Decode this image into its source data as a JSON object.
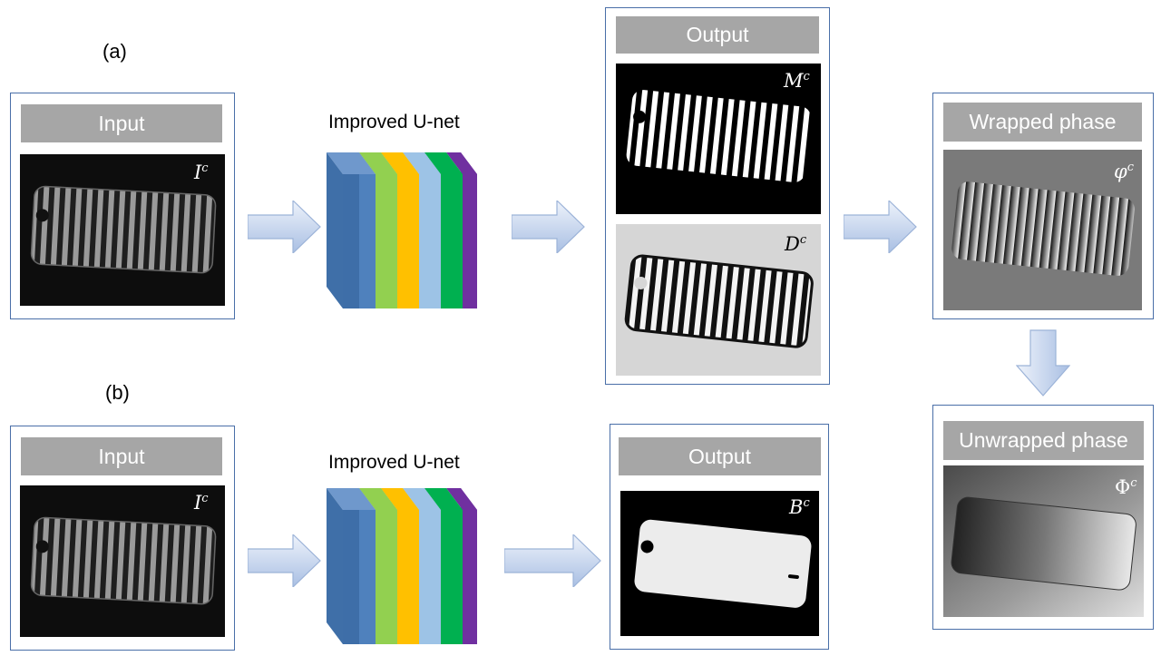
{
  "part_a": {
    "label": "(a)",
    "input": {
      "header": "Input",
      "symbol": "I",
      "sup": "c"
    },
    "network": {
      "label": "Improved U-net"
    },
    "output": {
      "header": "Output",
      "m": {
        "symbol": "M",
        "sup": "c"
      },
      "d": {
        "symbol": "D",
        "sup": "c"
      }
    },
    "wrapped": {
      "header": "Wrapped phase",
      "symbol": "φ",
      "sup": "c"
    },
    "unwrapped": {
      "header": "Unwrapped phase",
      "symbol": "Φ",
      "sup": "c"
    }
  },
  "part_b": {
    "label": "(b)",
    "input": {
      "header": "Input",
      "symbol": "I",
      "sup": "c"
    },
    "network": {
      "label": "Improved U-net"
    },
    "output": {
      "header": "Output",
      "symbol": "B",
      "sup": "c"
    }
  },
  "layer_colors": [
    "#4f81bd",
    "#92d050",
    "#ffc000",
    "#9dc3e6",
    "#00b050",
    "#7030a0"
  ]
}
